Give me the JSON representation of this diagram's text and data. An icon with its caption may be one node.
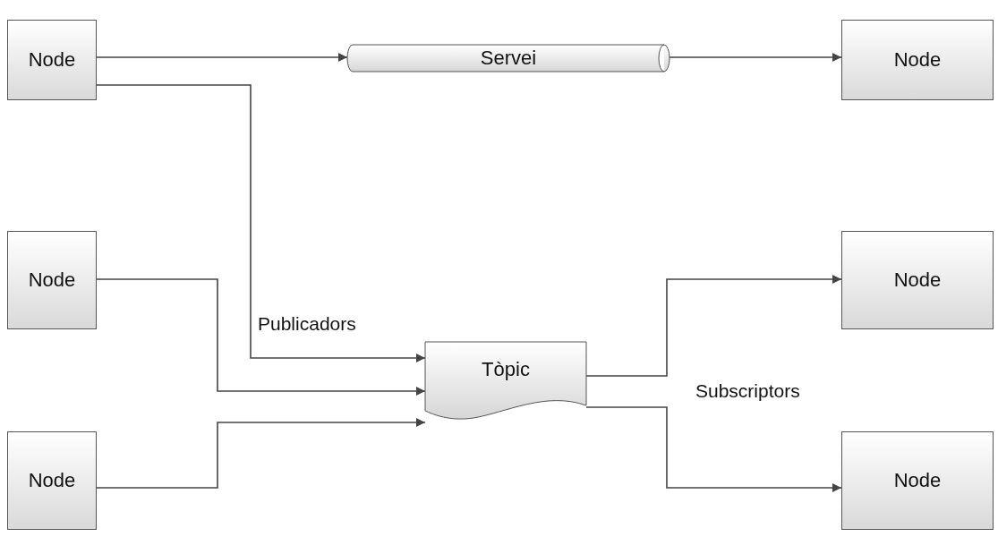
{
  "diagram": {
    "nodes": [
      {
        "text": [
          "Node"
        ]
      },
      {
        "text": [
          "Servei"
        ]
      },
      {
        "text": [
          "Node"
        ]
      },
      {
        "text": [
          "Node"
        ]
      },
      {
        "text": [
          "Tòpic"
        ]
      },
      {
        "text": [
          "Node"
        ]
      },
      {
        "text": [
          "Node"
        ]
      },
      {
        "text": [
          "Node"
        ]
      }
    ],
    "edges": [
      {
        "from": 0,
        "to": 1,
        "arrow": "to"
      },
      {
        "from": 1,
        "to": 2,
        "arrow": "to"
      },
      {
        "from": 0,
        "to": 4,
        "arrow": "to"
      },
      {
        "from": 3,
        "to": 4,
        "arrow": "to"
      },
      {
        "from": 6,
        "to": 4,
        "arrow": "to"
      },
      {
        "from": 4,
        "to": 5,
        "arrow": "to"
      },
      {
        "from": 4,
        "to": 7,
        "arrow": "to"
      }
    ],
    "labels": [
      "Publicadors",
      "Subscriptors"
    ]
  }
}
